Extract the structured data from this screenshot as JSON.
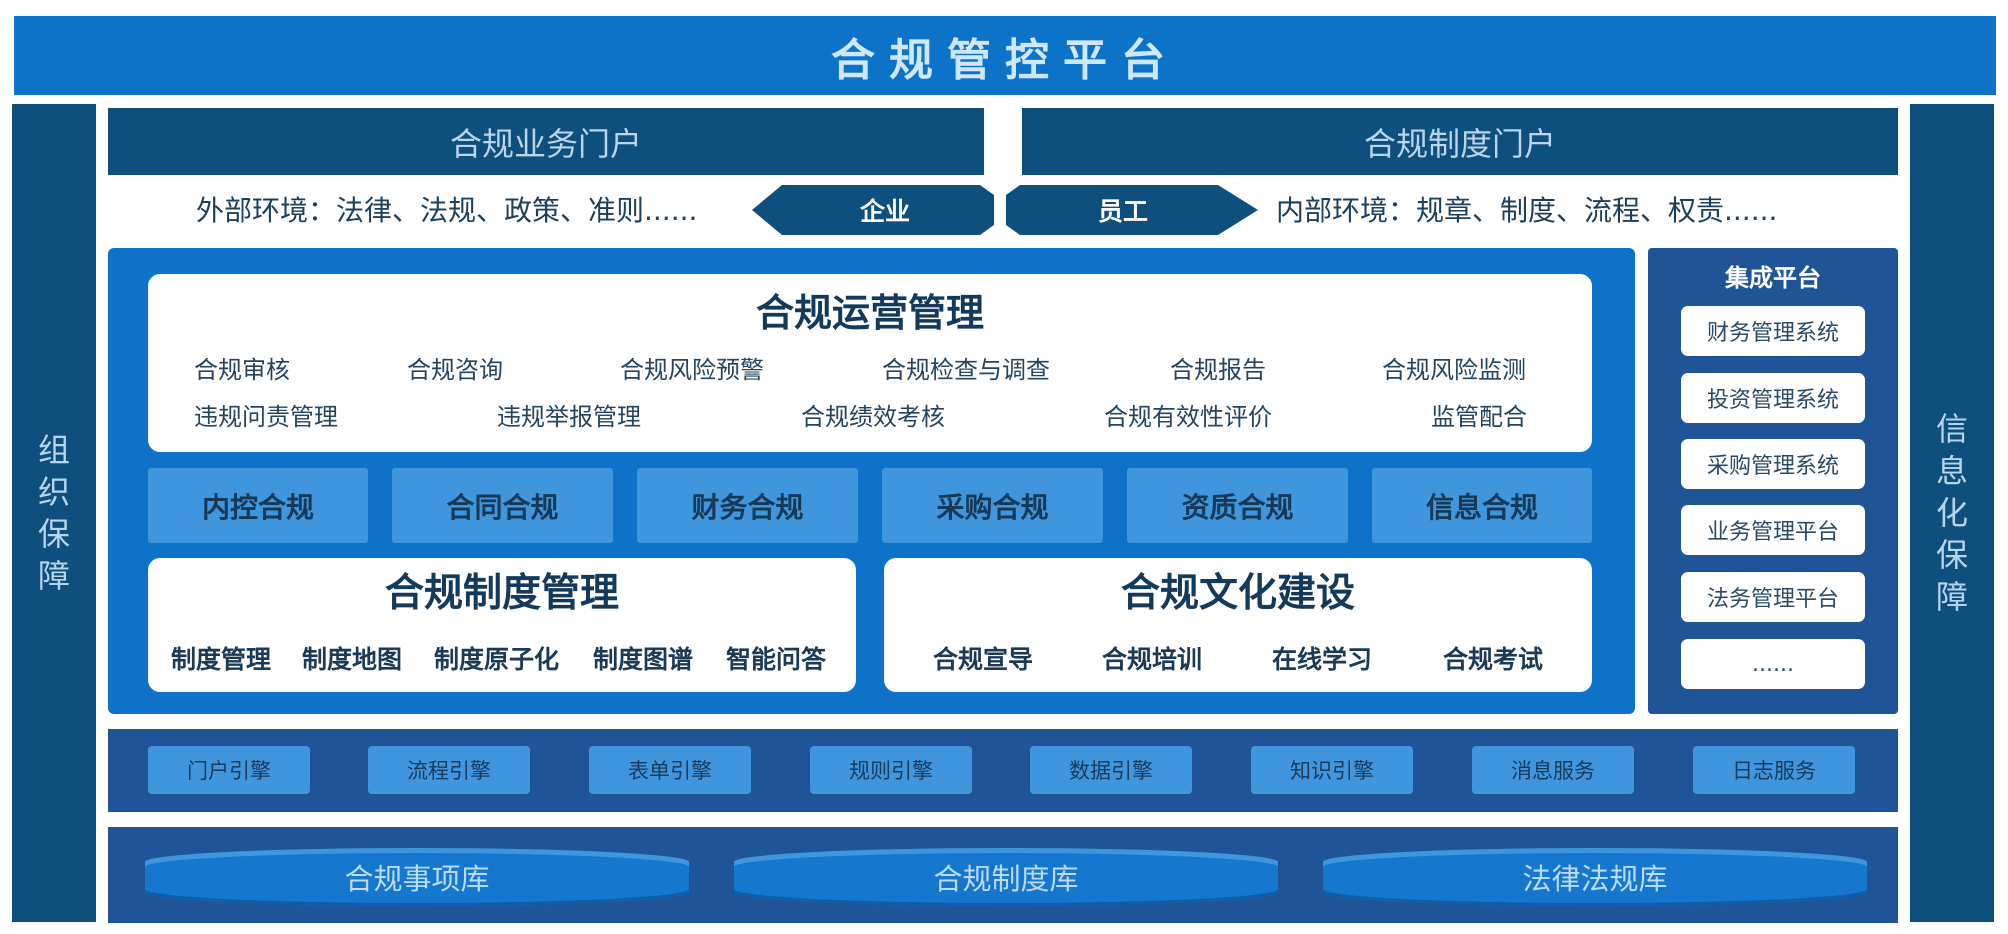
{
  "title": "合规管控平台",
  "left_pillar": [
    "组",
    "织",
    "保",
    "障"
  ],
  "right_pillar": [
    "信",
    "息",
    "化",
    "保",
    "障"
  ],
  "portals": {
    "business": "合规业务门户",
    "system": "合规制度门户"
  },
  "environment": {
    "external": "外部环境：法律、法规、政策、准则......",
    "internal": "内部环境：规章、制度、流程、权责......",
    "enterprise": "企业",
    "employee": "员工"
  },
  "operations": {
    "title": "合规运营管理",
    "row1": [
      "合规审核",
      "合规咨询",
      "合规风险预警",
      "合规检查与调查",
      "合规报告",
      "合规风险监测"
    ],
    "row2": [
      "违规问责管理",
      "违规举报管理",
      "合规绩效考核",
      "合规有效性评价",
      "监管配合"
    ]
  },
  "domains": [
    "内控合规",
    "合同合规",
    "财务合规",
    "采购合规",
    "资质合规",
    "信息合规"
  ],
  "system_mgmt": {
    "title": "合规制度管理",
    "items": [
      "制度管理",
      "制度地图",
      "制度原子化",
      "制度图谱",
      "智能问答"
    ]
  },
  "culture": {
    "title": "合规文化建设",
    "items": [
      "合规宣导",
      "合规培训",
      "在线学习",
      "合规考试"
    ]
  },
  "integration": {
    "title": "集成平台",
    "systems": [
      "财务管理系统",
      "投资管理系统",
      "采购管理系统",
      "业务管理平台",
      "法务管理平台",
      "......"
    ]
  },
  "engines": [
    "门户引擎",
    "流程引擎",
    "表单引擎",
    "规则引擎",
    "数据引擎",
    "知识引擎",
    "消息服务",
    "日志服务"
  ],
  "databases": [
    "合规事项库",
    "合规制度库",
    "法律法规库"
  ],
  "colors": {
    "primary": "#0d73c8",
    "dark": "#0e4f7d",
    "band": "#1f5597",
    "tile": "#3f96dd"
  }
}
